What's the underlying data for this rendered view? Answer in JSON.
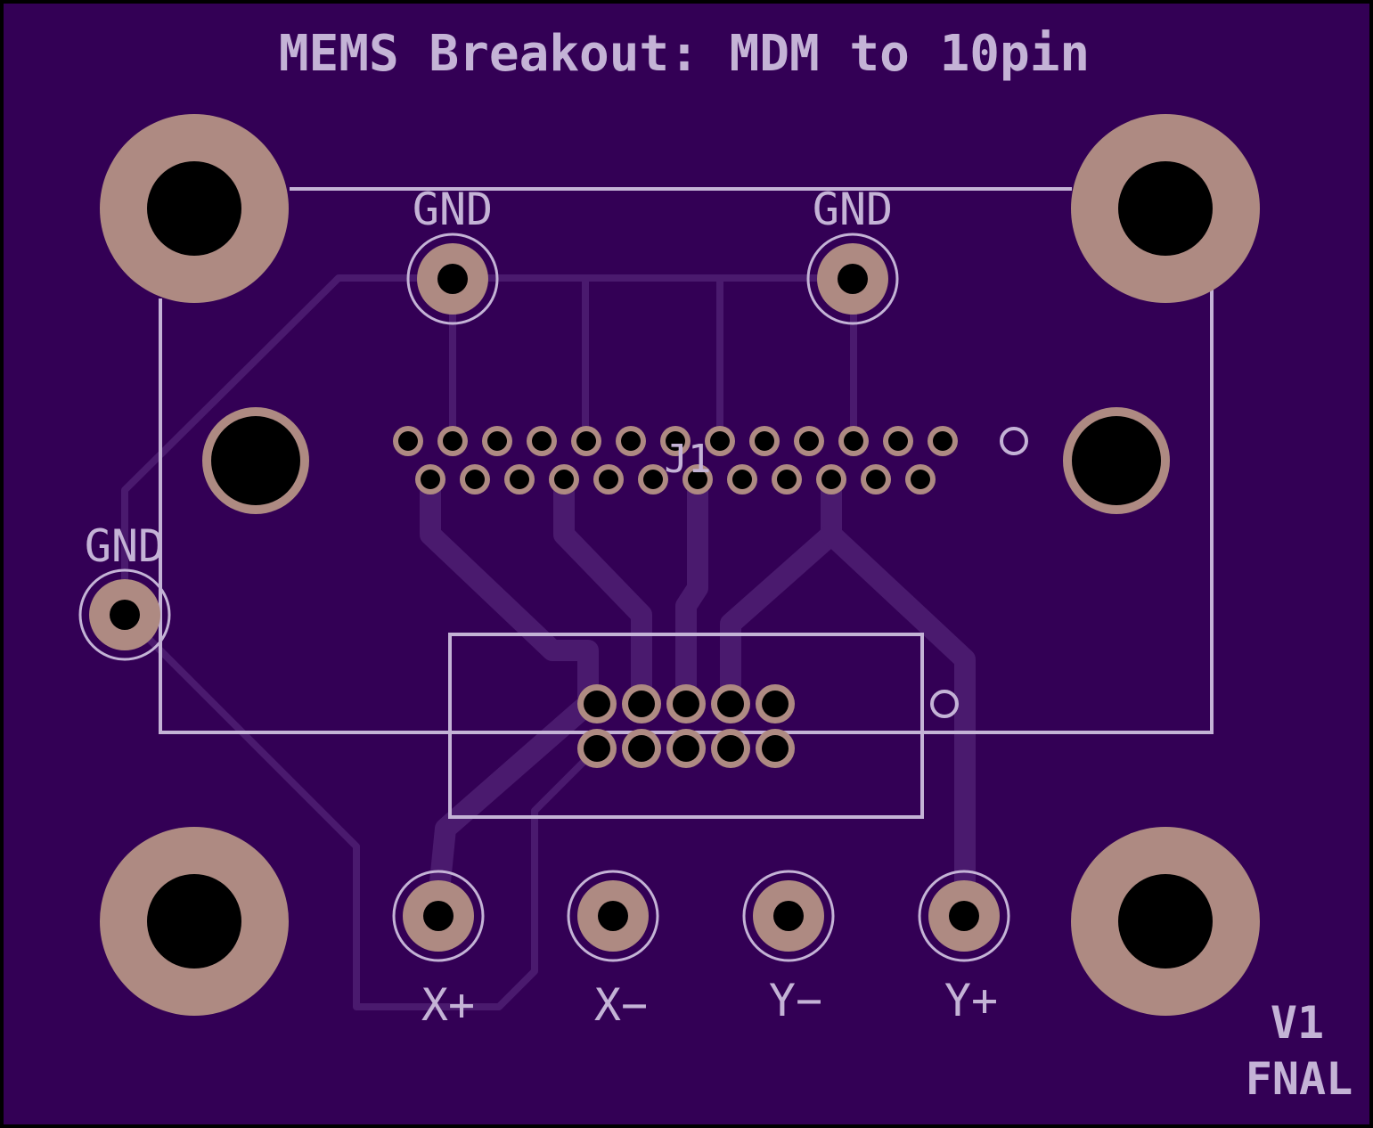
{
  "board": {
    "title": "MEMS Breakout: MDM to 10pin",
    "version": "V1",
    "org": "FNAL",
    "connector_ref": "J1",
    "gnd_labels": [
      "GND",
      "GND",
      "GND"
    ],
    "signal_labels": [
      "X+",
      "X−",
      "Y−",
      "Y+"
    ]
  },
  "colors": {
    "board": "#330055",
    "copper": "#ae8a82",
    "silkscreen": "#c4b3d6",
    "trace": "#4a1a6e",
    "drill": "#000000"
  },
  "connectors": {
    "mdm_row_top_pins": 13,
    "mdm_row_bottom_pins": 12,
    "header_pins": 10
  }
}
